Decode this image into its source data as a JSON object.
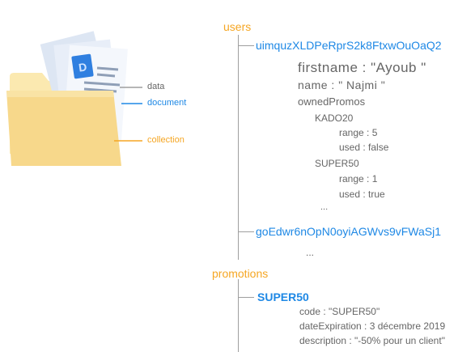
{
  "legend": {
    "data": "data",
    "document": "document",
    "collection": "collection"
  },
  "icon_letter": "D",
  "colors": {
    "collection": "#f5a623",
    "document": "#1e88e5",
    "data": "#666666",
    "line": "#9e9e9e"
  },
  "tree": {
    "users": {
      "label": "users",
      "doc1": {
        "id": "uimquzXLDPeRprS2k8FtxwOuOaQ2",
        "firstname": "firstname : \"Ayoub \"",
        "name": "name : \" Najmi \"",
        "ownedPromos": "ownedPromos",
        "promo1": {
          "code": "KADO20",
          "range": "range : 5",
          "used": "used : false"
        },
        "promo2": {
          "code": "SUPER50",
          "range": "range : 1",
          "used": "used : true"
        },
        "ellipsis": "..."
      },
      "doc2": {
        "id": "goEdwr6nOpN0oyiAGWvs9vFWaSj1"
      },
      "ellipsis": "..."
    },
    "promotions": {
      "label": "promotions",
      "doc1": {
        "id": "SUPER50",
        "code": "code : \"SUPER50\"",
        "dateExpiration": "dateExpiration : 3 décembre 2019",
        "description": "description : \"-50% pour un client\""
      }
    }
  }
}
